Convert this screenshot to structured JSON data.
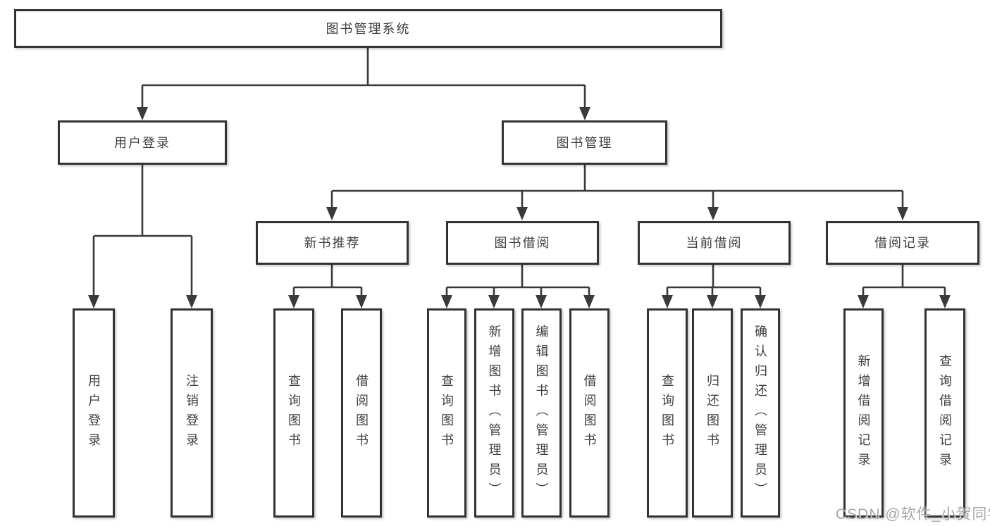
{
  "diagram": {
    "type": "hierarchy-org-chart",
    "colors": {
      "line": "#3a3a3a",
      "box_border": "#333333",
      "text": "#3f3f3f",
      "watermark": "#969696"
    },
    "tree": {
      "label": "图书管理系统",
      "children": [
        {
          "label": "用户登录",
          "children": [
            {
              "label": "用户登录"
            },
            {
              "label": "注销登录"
            }
          ]
        },
        {
          "label": "图书管理",
          "children": [
            {
              "label": "新书推荐",
              "children": [
                {
                  "label": "查询图书"
                },
                {
                  "label": "借阅图书"
                }
              ]
            },
            {
              "label": "图书借阅",
              "children": [
                {
                  "label": "查询图书"
                },
                {
                  "label": "新增图书（管理员）"
                },
                {
                  "label": "编辑图书（管理员）"
                },
                {
                  "label": "借阅图书"
                }
              ]
            },
            {
              "label": "当前借阅",
              "children": [
                {
                  "label": "查询图书"
                },
                {
                  "label": "归还图书"
                },
                {
                  "label": "确认归还（管理员）"
                }
              ]
            },
            {
              "label": "借阅记录",
              "children": [
                {
                  "label": "新增借阅记录"
                },
                {
                  "label": "查询借阅记录"
                }
              ]
            }
          ]
        }
      ]
    },
    "watermark": "CSDN @软件_小贺同学"
  }
}
